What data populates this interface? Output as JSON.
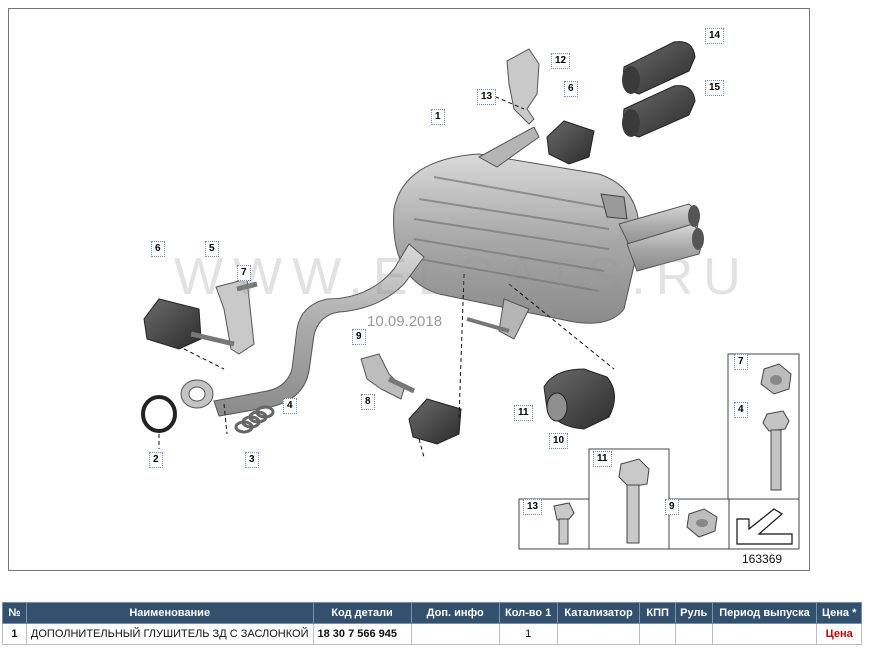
{
  "watermark": {
    "text": "WWW.ELCATS.RU",
    "date": "10.09.2018"
  },
  "figure_number": "163369",
  "callouts": [
    "1",
    "2",
    "3",
    "4",
    "5",
    "6",
    "6",
    "7",
    "8",
    "9",
    "10",
    "11",
    "12",
    "13",
    "14",
    "15",
    "7",
    "4",
    "11",
    "9",
    "13"
  ],
  "table": {
    "headers": {
      "no": "№",
      "name": "Наименование",
      "code": "Код детали",
      "info": "Доп. инфо",
      "qty": "Кол-во 1",
      "catalyst": "Катализатор",
      "gearbox": "КПП",
      "wheel": "Руль",
      "period": "Период выпуска",
      "price": "Цена *"
    },
    "rows": [
      {
        "no": "1",
        "name": "ДОПОЛНИТЕЛЬНЫЙ ГЛУШИТЕЛЬ ЗД С ЗАСЛОНКОЙ",
        "code": "18 30 7 566 945",
        "info": "",
        "qty": "1",
        "catalyst": "",
        "gearbox": "",
        "wheel": "",
        "period": "",
        "price": "Цена"
      }
    ]
  },
  "colors": {
    "header_bg": "#33506f",
    "price": "#cc0000",
    "callout_border": "#6a8fc0"
  }
}
